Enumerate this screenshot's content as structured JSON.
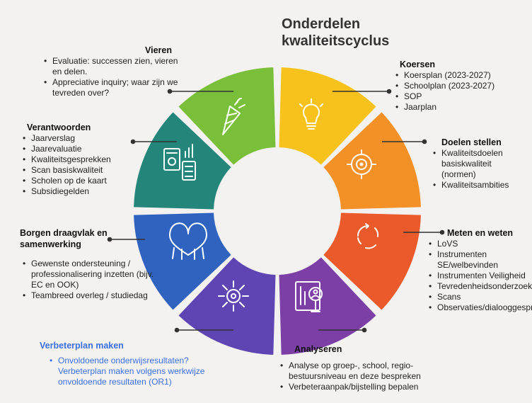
{
  "title": [
    "Onderdelen",
    "kwaliteitscyclus"
  ],
  "sections": {
    "vieren": {
      "title": "Vieren",
      "items": [
        "Evaluatie: successen zien, vieren en delen.",
        "Appreciative inquiry; waar zijn we tevreden over?"
      ]
    },
    "koersen": {
      "title": "Koersen",
      "items": [
        "Koersplan (2023-2027)",
        "Schoolplan (2023-2027)",
        "SOP",
        "Jaarplan"
      ]
    },
    "verantwoorden": {
      "title": "Verantwoorden",
      "items": [
        "Jaarverslag",
        "Jaarevaluatie",
        "Kwaliteitsgesprekken",
        "Scan basiskwaliteit",
        "Scholen op de kaart",
        "Subsidiegelden"
      ]
    },
    "doelen": {
      "title": "Doelen stellen",
      "items": [
        "Kwaliteitsdoelen basiskwaliteit (normen)",
        "Kwaliteitsambities"
      ]
    },
    "borgen": {
      "title": "Borgen draagvlak en samenwerking",
      "items": [
        "Gewenste ondersteuning / professionalisering inzetten (bijv. EC en OOK)",
        "Teambreed overleg / studiedag"
      ]
    },
    "meten": {
      "title": "Meten en weten",
      "items": [
        "LoVS",
        "Instrumenten SE/welbevinden",
        "Instrumenten Veiligheid",
        "Tevredenheidsonderzoeken",
        "Scans",
        "Observaties/dialooggesprekken"
      ]
    },
    "verbeterplan": {
      "title": "Verbeterplan maken",
      "items": [
        "Onvoldoende onderwijsresultaten? Verbeterplan maken volgens werkwijze onvoldoende resultaten (OR1)"
      ]
    },
    "analyseren": {
      "title": "Analyseren",
      "items": [
        "Analyse op groep-, school, regio-bestuursniveau en deze bespreken",
        "Verbeteraanpak/bijstelling bepalen"
      ]
    }
  },
  "colors": {
    "koersen": "#f7c21b",
    "doelen": "#f39026",
    "meten": "#ea5a2a",
    "analyseren": "#7b3fa6",
    "verbeterplan": "#5e45b3",
    "borgen": "#2f63bf",
    "verantwoorden": "#24867a",
    "vieren": "#79bf3a"
  },
  "icons": {
    "koersen": "lightbulb-icon",
    "doelen": "target-icon",
    "meten": "cycle-arrows-icon",
    "analyseren": "magnifier-person-icon",
    "verbeterplan": "gear-arrows-icon",
    "borgen": "raised-hands-icon",
    "verantwoorden": "report-calculator-icon",
    "vieren": "party-popper-icon"
  }
}
